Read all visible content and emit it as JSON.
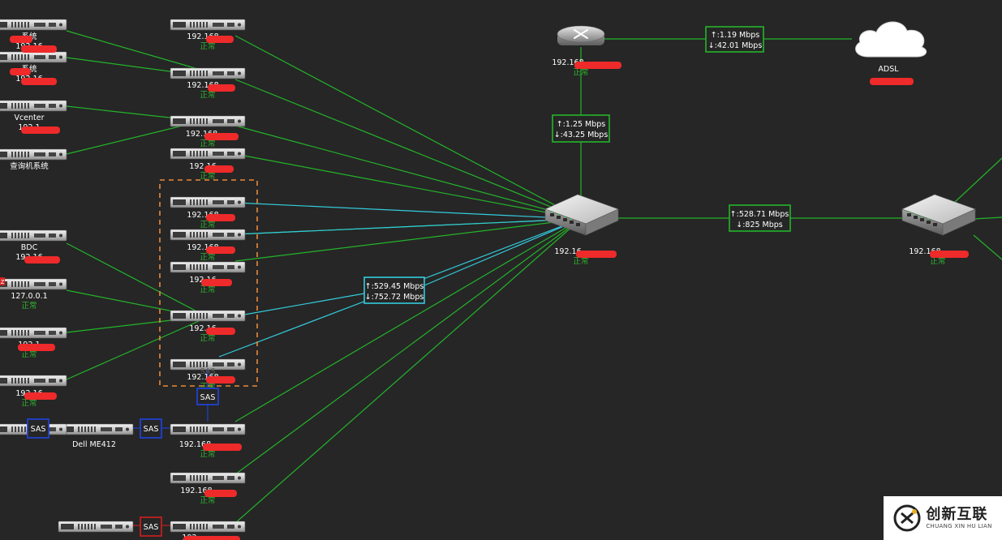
{
  "colors": {
    "background": "#262626",
    "link_green": "#23b42a",
    "link_cyan": "#33ccdd",
    "sas_blue": "#2040d0",
    "sas_red": "#c02020",
    "group_orange": "#e8893a",
    "status_green": "#2fb52f",
    "redaction": "#ee2a2a"
  },
  "status_text": "正常",
  "sas_label": "SAS",
  "nodes": [
    {
      "id": "s1",
      "name": "系统",
      "ip": "192.16"
    },
    {
      "id": "s2",
      "name": "系统",
      "ip": "192.16"
    },
    {
      "id": "s3",
      "name": "Vcenter",
      "ip": "192.1"
    },
    {
      "id": "s4",
      "name": "查询机系统",
      "ip": ""
    },
    {
      "id": "s5",
      "name": "BDC",
      "ip": "192.16"
    },
    {
      "id": "s6",
      "name": "127.0.0.1",
      "status": "正常"
    },
    {
      "id": "s7",
      "ip": "192.1",
      "status": "正常"
    },
    {
      "id": "s8",
      "ip": "192.16",
      "status": "正常"
    },
    {
      "id": "m0",
      "ip": "192.168",
      "status": "正常"
    },
    {
      "id": "m1",
      "ip": "192.168",
      "status": "正常"
    },
    {
      "id": "m2",
      "ip": "192.168.",
      "status": "正常"
    },
    {
      "id": "m3",
      "ip": "192.16",
      "status": "正常"
    },
    {
      "id": "m4",
      "ip": "192.168",
      "status": "正常"
    },
    {
      "id": "m5",
      "ip": "192.168",
      "status": "正常"
    },
    {
      "id": "m6",
      "ip": "192.16",
      "status": "正常"
    },
    {
      "id": "m7",
      "ip": "192.16",
      "status": "正常"
    },
    {
      "id": "m8",
      "ip": "192.168",
      "status": "正常"
    },
    {
      "id": "m9",
      "ip": "192.168.",
      "status": "正常"
    },
    {
      "id": "m10",
      "ip": "192.168",
      "status": "正常"
    },
    {
      "id": "m11",
      "ip": "192."
    },
    {
      "id": "dell1",
      "name": "Dell ME412"
    },
    {
      "id": "router",
      "ip": "192.168",
      "status": "正常"
    },
    {
      "id": "adsl",
      "name": "ADSL"
    },
    {
      "id": "switch1",
      "ip": "192.16",
      "status": "正常"
    },
    {
      "id": "switch2",
      "ip": "192.168",
      "status": "正常"
    }
  ],
  "link_rates": [
    {
      "id": "router-adsl",
      "up": "↑:1.19 Mbps",
      "down": "↓:42.01 Mbps"
    },
    {
      "id": "switch-router",
      "up": "↑:1.25 Mbps",
      "down": "↓:43.25 Mbps"
    },
    {
      "id": "switch-switch",
      "up": "↑:528.71 Mbps",
      "down": "↓:825 Mbps"
    },
    {
      "id": "storage-switch",
      "up": "↑:529.45 Mbps",
      "down": "↓:752.72 Mbps"
    }
  ],
  "watermark": {
    "cn": "创新互联",
    "en": "CHUANG XIN HU LIAN"
  }
}
